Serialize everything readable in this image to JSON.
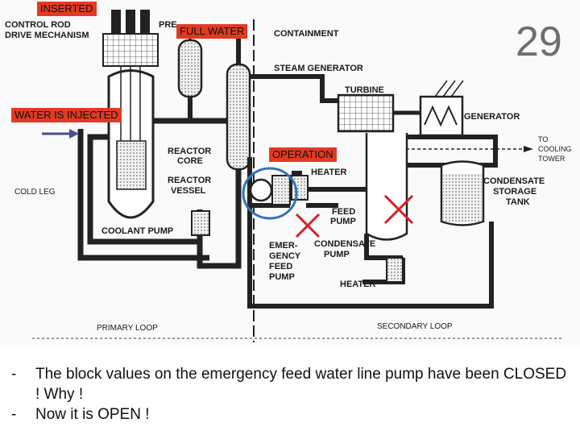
{
  "slide_number": "29",
  "diagram_labels": {
    "control_rod_1": "CONTROL ROD",
    "control_rod_2": "DRIVE MECHANISM",
    "pre": "PRE",
    "containment": "CONTAINMENT",
    "steam_generator": "STEAM GENERATOR",
    "turbine": "TURBINE",
    "generator": "GENERATOR",
    "to_cooling_1": "TO",
    "to_cooling_2": "COOLING",
    "to_cooling_3": "TOWER",
    "reactor_core_1": "REACTOR",
    "reactor_core_2": "CORE",
    "reactor_vessel_1": "REACTOR",
    "reactor_vessel_2": "VESSEL",
    "heater_top": "HEATER",
    "condensate_storage_1": "CONDENSATE",
    "condensate_storage_2": "STORAGE",
    "condensate_storage_3": "TANK",
    "cold_leg": "COLD LEG",
    "feed_pump_1": "FEED",
    "feed_pump_2": "PUMP",
    "coolant_pump": "COOLANT PUMP",
    "emergency_1": "EMER-",
    "emergency_2": "GENCY",
    "emergency_3": "FEED",
    "emergency_4": "PUMP",
    "condensate_pump_1": "CONDENSATE",
    "condensate_pump_2": "PUMP",
    "heater_bottom": "HEATER",
    "primary_loop": "PRIMARY LOOP",
    "secondary_loop": "SECONDARY LOOP"
  },
  "annotations": {
    "inserted": "INSERTED",
    "full_water": "FULL WATER",
    "water_injected": "WATER IS INJECTED",
    "operation": "OPERATION"
  },
  "colors": {
    "annotation_bg": "#e23a22",
    "circle": "#2f74c0",
    "cross": "#d4202a",
    "arrow": "#4a4f8a"
  },
  "notes": [
    "The block values on the emergency feed water line pump have been CLOSED !  Why !",
    "Now it is OPEN !"
  ],
  "bullet_char": "-"
}
